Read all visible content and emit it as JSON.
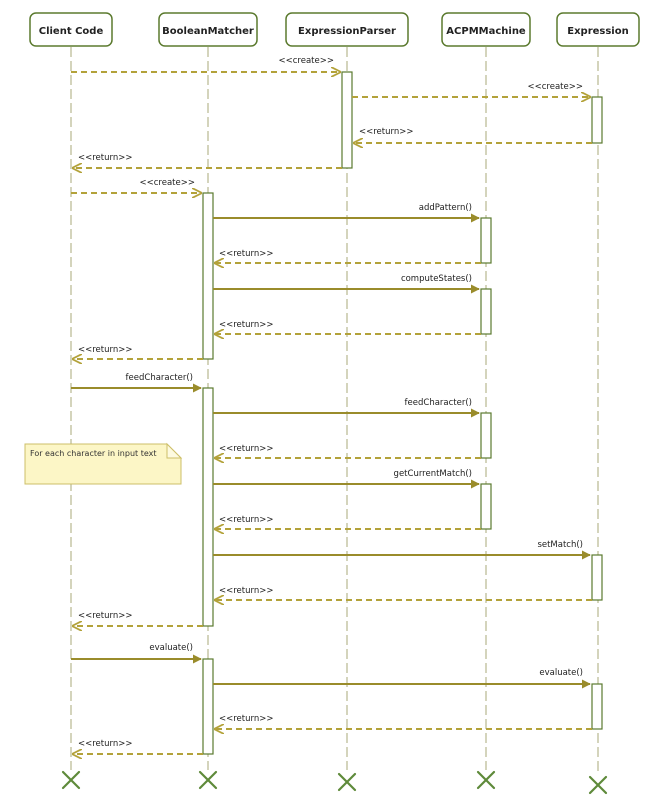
{
  "participants": [
    {
      "id": "client",
      "label": "Client Code"
    },
    {
      "id": "matcher",
      "label": "BooleanMatcher"
    },
    {
      "id": "parser",
      "label": "ExpressionParser"
    },
    {
      "id": "acpm",
      "label": "ACPMMachine"
    },
    {
      "id": "expr",
      "label": "Expression"
    }
  ],
  "messages": [
    {
      "from": "client",
      "to": "parser",
      "label": "<<create>>",
      "kind": "create"
    },
    {
      "from": "parser",
      "to": "expr",
      "label": "<<create>>",
      "kind": "create"
    },
    {
      "from": "expr",
      "to": "parser",
      "label": "<<return>>",
      "kind": "return"
    },
    {
      "from": "parser",
      "to": "client",
      "label": "<<return>>",
      "kind": "return"
    },
    {
      "from": "client",
      "to": "matcher",
      "label": "<<create>>",
      "kind": "create"
    },
    {
      "from": "matcher",
      "to": "acpm",
      "label": "addPattern()",
      "kind": "call"
    },
    {
      "from": "acpm",
      "to": "matcher",
      "label": "<<return>>",
      "kind": "return"
    },
    {
      "from": "matcher",
      "to": "acpm",
      "label": "computeStates()",
      "kind": "call"
    },
    {
      "from": "acpm",
      "to": "matcher",
      "label": "<<return>>",
      "kind": "return"
    },
    {
      "from": "matcher",
      "to": "client",
      "label": "<<return>>",
      "kind": "return"
    },
    {
      "from": "client",
      "to": "matcher",
      "label": "feedCharacter()",
      "kind": "call"
    },
    {
      "from": "matcher",
      "to": "acpm",
      "label": "feedCharacter()",
      "kind": "call"
    },
    {
      "from": "acpm",
      "to": "matcher",
      "label": "<<return>>",
      "kind": "return"
    },
    {
      "from": "matcher",
      "to": "acpm",
      "label": "getCurrentMatch()",
      "kind": "call"
    },
    {
      "from": "acpm",
      "to": "matcher",
      "label": "<<return>>",
      "kind": "return"
    },
    {
      "from": "matcher",
      "to": "expr",
      "label": "setMatch()",
      "kind": "call"
    },
    {
      "from": "expr",
      "to": "matcher",
      "label": "<<return>>",
      "kind": "return"
    },
    {
      "from": "matcher",
      "to": "client",
      "label": "<<return>>",
      "kind": "return"
    },
    {
      "from": "client",
      "to": "matcher",
      "label": "evaluate()",
      "kind": "call"
    },
    {
      "from": "matcher",
      "to": "expr",
      "label": "evaluate()",
      "kind": "call"
    },
    {
      "from": "expr",
      "to": "matcher",
      "label": "<<return>>",
      "kind": "return"
    },
    {
      "from": "matcher",
      "to": "client",
      "label": "<<return>>",
      "kind": "return"
    }
  ],
  "note": {
    "text": "For each character in input text"
  },
  "colors": {
    "participant_border": "#5b7a2e",
    "lifeline": "#d4d4bc",
    "call_arrow": "#9a8c2b",
    "return_arrow": "#b3a23a",
    "destroy_mark": "#5e8a3a",
    "note_fill": "#fcf6c6",
    "note_border": "#cdbf68"
  }
}
